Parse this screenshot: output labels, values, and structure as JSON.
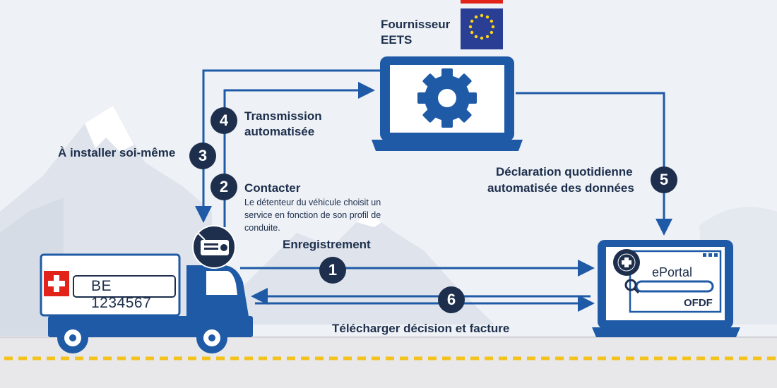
{
  "provider": {
    "label_line1": "Fournisseur",
    "label_line2": "EETS"
  },
  "steps": [
    {
      "number": "1",
      "title": "Enregistrement"
    },
    {
      "number": "2",
      "title": "Contacter",
      "description_line1": "Le détenteur du véhicule choisit un",
      "description_line2": "service en fonction de son profil de",
      "description_line3": "conduite."
    },
    {
      "number": "3",
      "title": "À installer soi-même"
    },
    {
      "number": "4",
      "title_line1": "Transmission",
      "title_line2": "automatisée"
    },
    {
      "number": "5",
      "title_line1": "Déclaration quotidienne",
      "title_line2": "automatisée des données"
    },
    {
      "number": "6",
      "title": "Télécharger décision et facture"
    }
  ],
  "truck": {
    "plate": "BE 1234567"
  },
  "portal": {
    "name": "ePortal",
    "org": "OFDF"
  },
  "colors": {
    "navy": "#1d2f4c",
    "blue": "#1f5aa6",
    "swiss_red": "#e2231a",
    "eu_blue": "#2a3f93",
    "eu_yellow": "#ffd617",
    "road_yellow": "#f4c21b"
  }
}
